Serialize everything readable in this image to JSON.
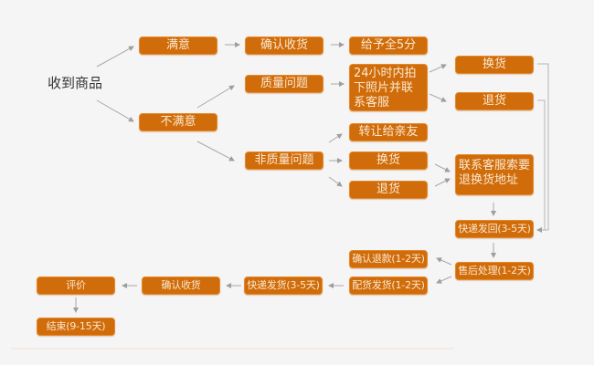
{
  "diagram": {
    "title": "收到商品",
    "accent_color": "#d06c0a",
    "edge_color": "#9e9e9e",
    "nodes": {
      "satisfied": "满意",
      "confirm_receipt_1": "确认收货",
      "give_5_stars": "给予全5分",
      "unsatisfied": "不满意",
      "quality_issue": "质量问题",
      "photo_contact": "24小时内拍下照片并联系客服",
      "exchange_1": "换货",
      "return_1": "退货",
      "non_quality_issue": "非质量问题",
      "transfer_friend": "转让给亲友",
      "exchange_2": "换货",
      "return_2": "退货",
      "contact_address": "联系客服索要退换货地址",
      "ship_back": "快递发回(3-5天)",
      "after_sales": "售后处理(1-2天)",
      "confirm_refund": "确认退款(1-2天)",
      "prepare_ship": "配货发货(1-2天)",
      "express_ship": "快递发货(3-5天)",
      "confirm_receipt_2": "确认收货",
      "review": "评价",
      "end": "结束(9-15天)"
    }
  }
}
